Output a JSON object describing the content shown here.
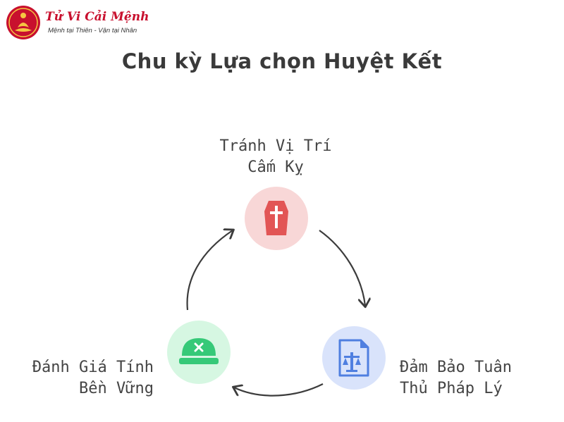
{
  "brand": {
    "name": "Tử Vi Cải Mệnh",
    "slogan": "Mệnh tại Thiên - Vận tại Nhân",
    "color": "#c8102e"
  },
  "title": "Chu kỳ Lựa chọn Huyệt Kết",
  "nodes": [
    {
      "label_lines": [
        "Tránh Vị Trí",
        "Cấm Kỵ"
      ],
      "icon": "coffin-cross-icon",
      "circle_color": "#f8d7d7",
      "icon_color": "#e25555"
    },
    {
      "label_lines": [
        "Đảm Bảo Tuân",
        "Thủ Pháp Lý"
      ],
      "icon": "legal-document-scale-icon",
      "circle_color": "#d9e3fb",
      "icon_color": "#4f7fe0"
    },
    {
      "label_lines": [
        "Đánh Giá Tính",
        "Bền Vững"
      ],
      "icon": "hat-cross-icon",
      "circle_color": "#d6f7e2",
      "icon_color": "#36c978"
    }
  ],
  "arrow_color": "#3c3c3c"
}
